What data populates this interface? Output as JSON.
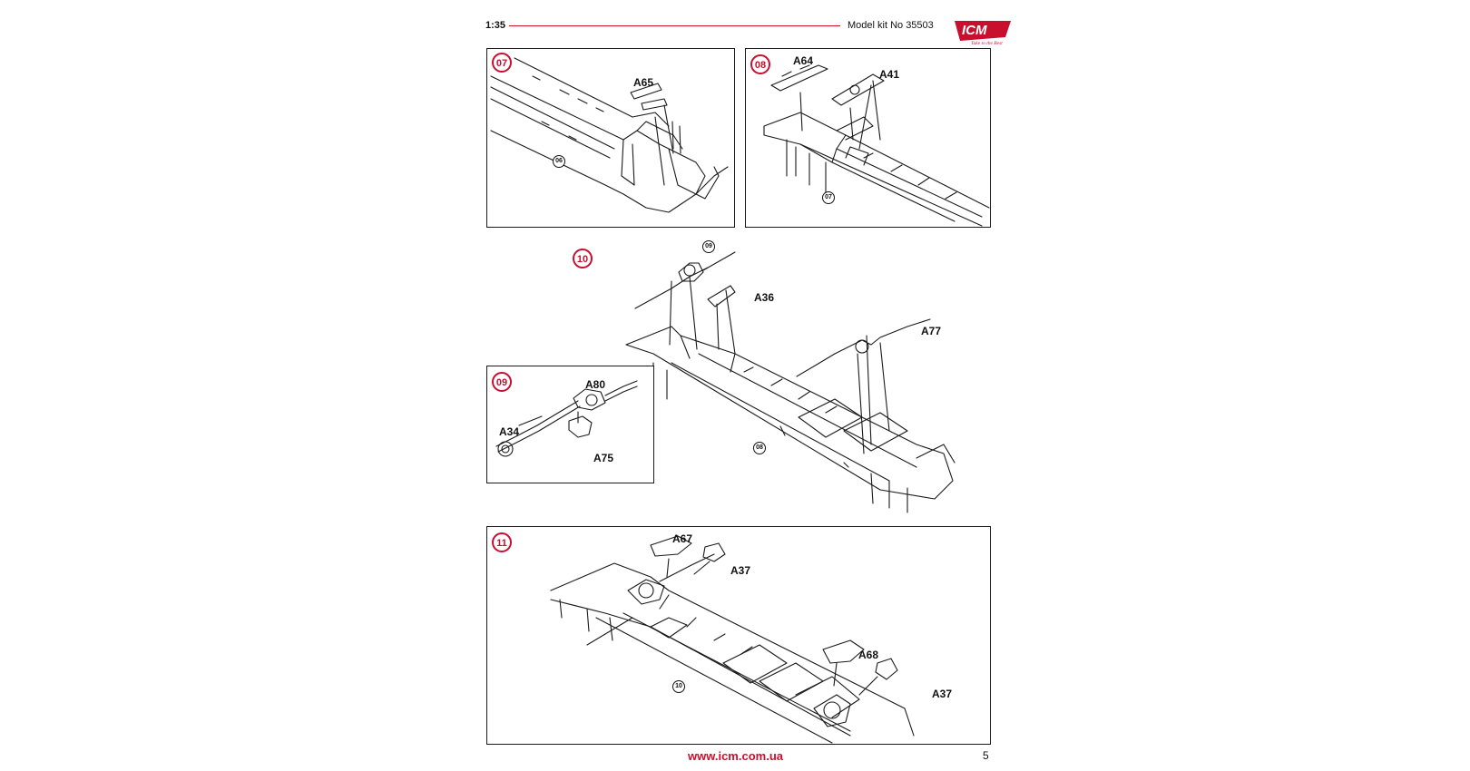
{
  "header": {
    "scale": "1:35",
    "kit": "Model kit No 35503",
    "logo_text": "ICM",
    "logo_tagline": "Take to the Best",
    "rule_color": "#c8102e"
  },
  "accent_color": "#c8102e",
  "steps": [
    {
      "number": "07",
      "reference": "06",
      "parts": [
        "A65"
      ]
    },
    {
      "number": "08",
      "reference": "07",
      "parts": [
        "A64",
        "A41"
      ]
    },
    {
      "number": "10",
      "references": [
        "09",
        "08"
      ],
      "parts": [
        "A36",
        "A77"
      ]
    },
    {
      "number": "09",
      "parts": [
        "A80",
        "A34",
        "A75"
      ]
    },
    {
      "number": "11",
      "reference": "10",
      "parts": [
        "A67",
        "A37",
        "A68",
        "A37"
      ]
    }
  ],
  "footer": {
    "url": "www.icm.com.ua",
    "page": "5"
  }
}
